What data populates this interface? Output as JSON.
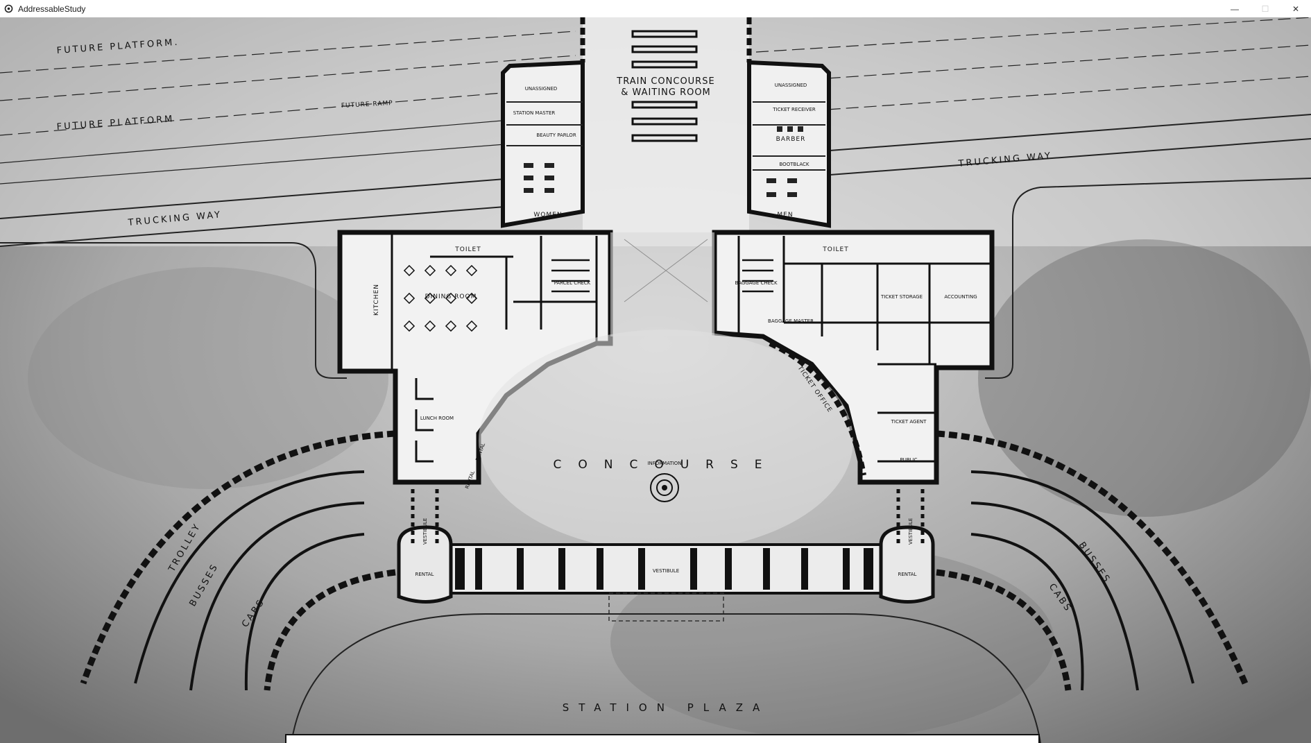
{
  "window": {
    "title": "AddressableStudy",
    "minimize_glyph": "—",
    "maximize_glyph": "☐",
    "close_glyph": "✕",
    "app_icon": "gear-icon"
  },
  "plan": {
    "future_platform_1": "FUTURE PLATFORM.",
    "future_platform_2": "FUTURE PLATFORM",
    "future_ramp": "FUTURE RAMP",
    "trucking_way_left": "TRUCKING WAY",
    "trucking_way_right": "TRUCKING WAY",
    "train_concourse_1": "TRAIN CONCOURSE",
    "train_concourse_2": "& WAITING ROOM",
    "unassigned_left": "UNASSIGNED",
    "unassigned_right": "UNASSIGNED",
    "station_master": "STATION MASTER",
    "beauty_parlor": "BEAUTY PARLOR",
    "ticket_receiver": "TICKET RECEIVER",
    "barber": "BARBER",
    "bootblack": "BOOTBLACK",
    "women": "WOMEN",
    "men": "MEN",
    "toilet_left": "TOILET",
    "toilet_right": "TOILET",
    "kitchen": "KITCHEN",
    "dining_room": "DINING ROOM",
    "parcel_check": "PARCEL CHECK",
    "baggage_check": "BAGGAGE CHECK",
    "baggage_master": "BAGGAGE MASTER",
    "ticket_storage": "TICKET STORAGE",
    "accounting": "ACCOUNTING",
    "ticket_office": "TICKET OFFICE",
    "ticket_agent": "TICKET AGENT",
    "public": "PUBLIC",
    "lunch_room": "LUNCH ROOM",
    "rental_1": "RENTAL",
    "rental_2": "RENTAL",
    "concourse": "CONCOURSE",
    "information": "INFORMATION",
    "vestibule_left": "VESTIBULE",
    "vestibule_right": "VESTIBULE",
    "vestibule_center": "VESTIBULE",
    "rental_left_end": "RENTAL",
    "rental_right_end": "RENTAL",
    "trolley": "TROLLEY",
    "busses_left": "BUSSES",
    "cabs_left": "CABS",
    "busses_right": "BUSSES",
    "cabs_right": "CABS",
    "station_plaza": "STATION PLAZA"
  }
}
